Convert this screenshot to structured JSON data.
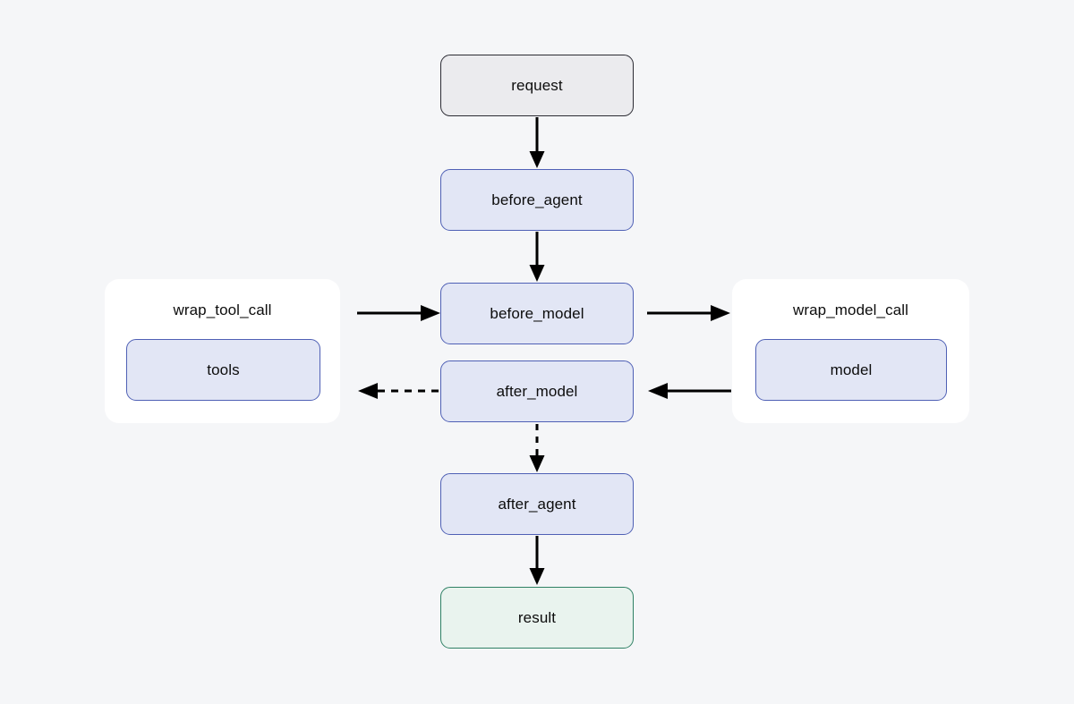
{
  "diagram": {
    "title": "",
    "background_color": "#f5f6f8",
    "nodes": {
      "request": {
        "label": "request",
        "style": "grey",
        "fill": "#ebebee",
        "stroke": "#2b2b33"
      },
      "before_agent": {
        "label": "before_agent",
        "style": "blue",
        "fill": "#e2e6f5",
        "stroke": "#4f60b5"
      },
      "before_model": {
        "label": "before_model",
        "style": "blue",
        "fill": "#e2e6f5",
        "stroke": "#4f60b5"
      },
      "after_model": {
        "label": "after_model",
        "style": "blue",
        "fill": "#e2e6f5",
        "stroke": "#4f60b5"
      },
      "after_agent": {
        "label": "after_agent",
        "style": "blue",
        "fill": "#e2e6f5",
        "stroke": "#4f60b5"
      },
      "result": {
        "label": "result",
        "style": "green",
        "fill": "#e9f3ee",
        "stroke": "#2e8064"
      },
      "tools": {
        "label": "tools",
        "style": "blue",
        "fill": "#e2e6f5",
        "stroke": "#4f60b5"
      },
      "model": {
        "label": "model",
        "style": "blue",
        "fill": "#e2e6f5",
        "stroke": "#4f60b5"
      }
    },
    "wrappers": {
      "wrap_tool_call": {
        "label": "wrap_tool_call",
        "fill": "#ffffff"
      },
      "wrap_model_call": {
        "label": "wrap_model_call",
        "fill": "#ffffff"
      }
    },
    "edges": [
      {
        "id": "request-to-before-agent",
        "from": "request",
        "to": "before_agent",
        "style": "solid",
        "direction": "down"
      },
      {
        "id": "before-agent-to-before-model",
        "from": "before_agent",
        "to": "before_model",
        "style": "solid",
        "direction": "down"
      },
      {
        "id": "wrap-tool-call-to-before-model",
        "from": "wrap_tool_call",
        "to": "before_model",
        "style": "solid",
        "direction": "right"
      },
      {
        "id": "before-model-to-wrap-model-call",
        "from": "before_model",
        "to": "wrap_model_call",
        "style": "solid",
        "direction": "right"
      },
      {
        "id": "wrap-model-call-to-after-model",
        "from": "wrap_model_call",
        "to": "after_model",
        "style": "solid",
        "direction": "left"
      },
      {
        "id": "after-model-to-wrap-tool-call",
        "from": "after_model",
        "to": "wrap_tool_call",
        "style": "dashed",
        "direction": "left"
      },
      {
        "id": "after-model-to-after-agent",
        "from": "after_model",
        "to": "after_agent",
        "style": "dashed",
        "direction": "down"
      },
      {
        "id": "after-agent-to-result",
        "from": "after_agent",
        "to": "result",
        "style": "solid",
        "direction": "down"
      }
    ],
    "edge_color": "#000000"
  }
}
